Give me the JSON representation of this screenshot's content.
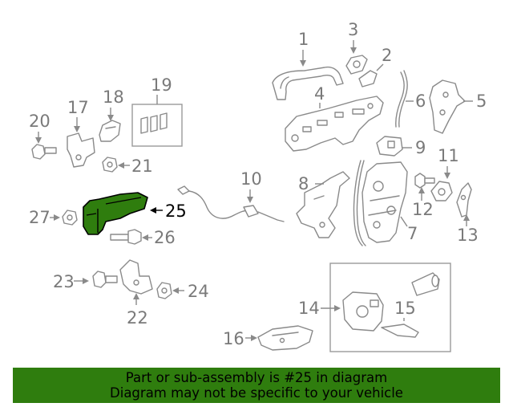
{
  "callouts": {
    "c1": "1",
    "c2": "2",
    "c3": "3",
    "c4": "4",
    "c5": "5",
    "c6": "6",
    "c7": "7",
    "c8": "8",
    "c9": "9",
    "c10": "10",
    "c11": "11",
    "c12": "12",
    "c13": "13",
    "c14": "14",
    "c15": "15",
    "c16": "16",
    "c17": "17",
    "c18": "18",
    "c19": "19",
    "c20": "20",
    "c21": "21",
    "c22": "22",
    "c23": "23",
    "c24": "24",
    "c25": "25",
    "c26": "26",
    "c27": "27"
  },
  "highlight": {
    "part_number": "25",
    "color": "#2f7d0e"
  },
  "banner": {
    "line1": "Part or sub-assembly is #25 in diagram",
    "line2": "Diagram may not be specific to your vehicle",
    "background": "#2f7d0e"
  }
}
